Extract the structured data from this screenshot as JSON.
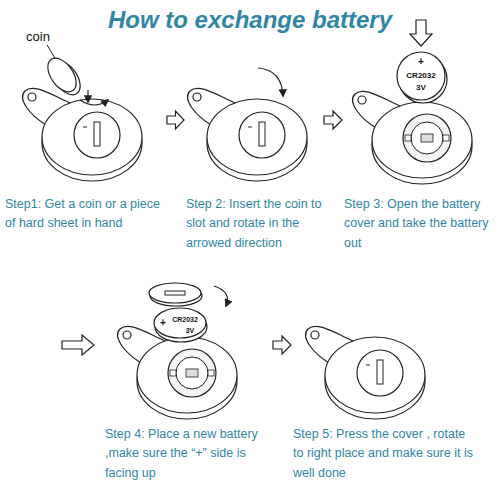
{
  "diagram": {
    "title": "How to exchange battery",
    "nodes": [
      {
        "text": [
          "Step1: Get a coin or a piece of hard sheet in hand"
        ]
      },
      {
        "text": [
          "Step 2: Insert the coin to slot and rotate in the arrowed direction"
        ]
      },
      {
        "text": [
          "Step 3: Open the battery cover and take the battery out"
        ]
      },
      {
        "text": [
          "Step 4: Place a new battery ,make sure the “+” side is facing up"
        ]
      },
      {
        "text": [
          "Step 5: Press the cover , rotate to right place and make sure it is well done"
        ]
      }
    ],
    "edges": [
      {
        "from": 0,
        "to": 1,
        "arrow": "to"
      },
      {
        "from": 1,
        "to": 2,
        "arrow": "to"
      },
      {
        "from": 3,
        "to": 4,
        "arrow": "to"
      }
    ],
    "labels": [
      "coin",
      "+",
      "CR2032",
      "3V",
      "+",
      "CR2032",
      "3V"
    ]
  }
}
